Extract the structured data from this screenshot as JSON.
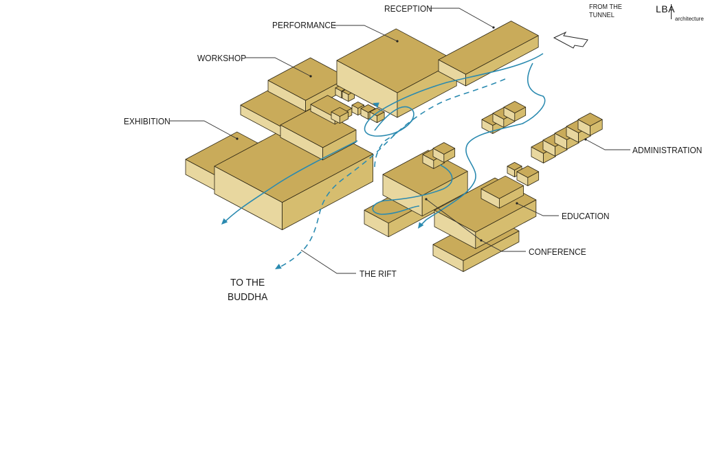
{
  "labels": {
    "reception": "RECEPTION",
    "performance": "PERFORMANCE",
    "workshop": "WORKSHOP",
    "exhibition": "EXHIBITION",
    "administration": "ADMINISTRATION",
    "education": "EDUCATION",
    "conference": "CONFERENCE",
    "the_rift": "THE RIFT",
    "to_the_buddha": "TO THE\nBUDDHA",
    "from_the_tunnel": "FROM THE\nTUNNEL"
  },
  "logo": {
    "mark": "LBA",
    "sub": "architecture"
  },
  "colors": {
    "block_top": "#c9ab5a",
    "block_left": "#e8d79f",
    "block_right": "#d6bd6f",
    "edge": "#2a2412",
    "path": "#2a8ab0"
  }
}
